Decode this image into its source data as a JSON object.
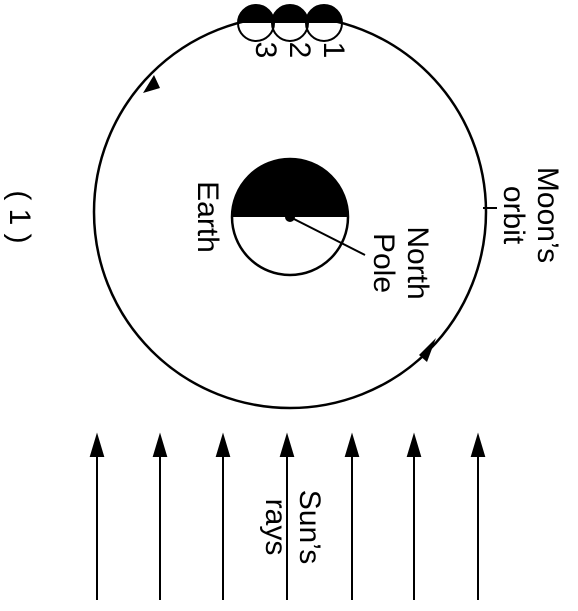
{
  "figure_label": "( 1 )",
  "labels": {
    "earth": "Earth",
    "north_pole_line1": "North",
    "north_pole_line2": "Pole",
    "orbit_line1": "Moon’s",
    "orbit_line2": "orbit",
    "sun_line1": "Sun’s",
    "sun_line2": "rays"
  },
  "moon_positions": [
    "1",
    "2",
    "3"
  ],
  "colors": {
    "ink": "#000000",
    "background": "#ffffff"
  }
}
